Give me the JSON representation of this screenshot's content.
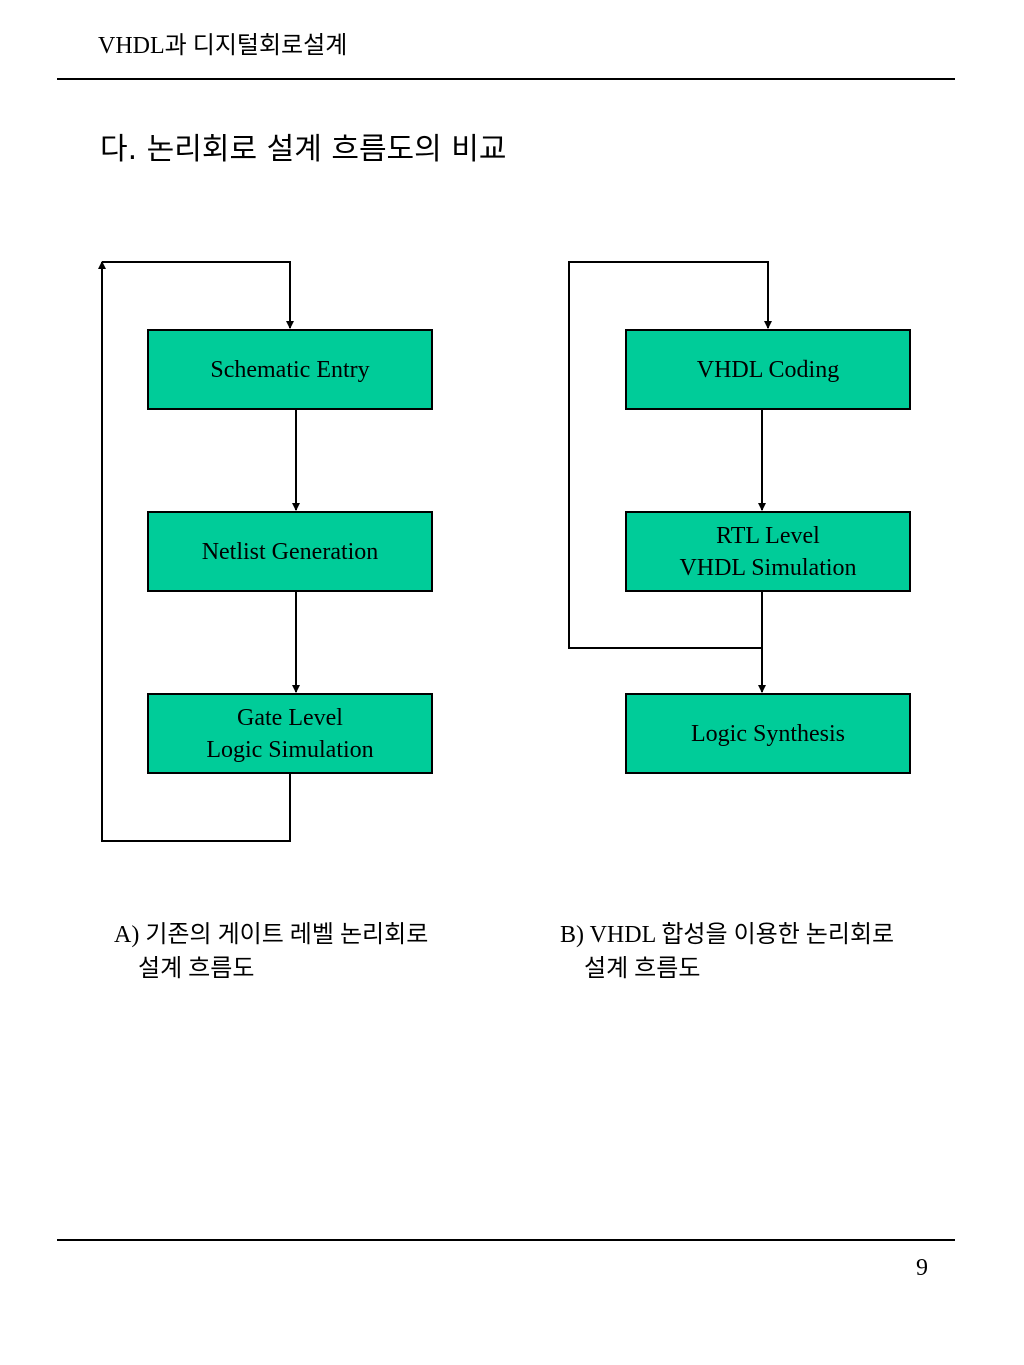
{
  "header": {
    "title": "VHDL과 디지털회로설계"
  },
  "section_title": "다. 논리회로 설계 흐름도의 비교",
  "flow_a": {
    "boxes": [
      "Schematic Entry",
      "Netlist  Generation",
      "Gate Level\nLogic Simulation"
    ],
    "caption": "A) 기존의 게이트 레벨 논리회로\n    설계 흐름도"
  },
  "flow_b": {
    "boxes": [
      "VHDL Coding",
      "RTL Level\nVHDL Simulation",
      "Logic Synthesis"
    ],
    "caption": "B) VHDL 합성을 이용한 논리회로\n    설계 흐름도"
  },
  "colors": {
    "box_fill": "#00cc99",
    "line": "#000000"
  },
  "footer": {
    "page_number": "9"
  }
}
